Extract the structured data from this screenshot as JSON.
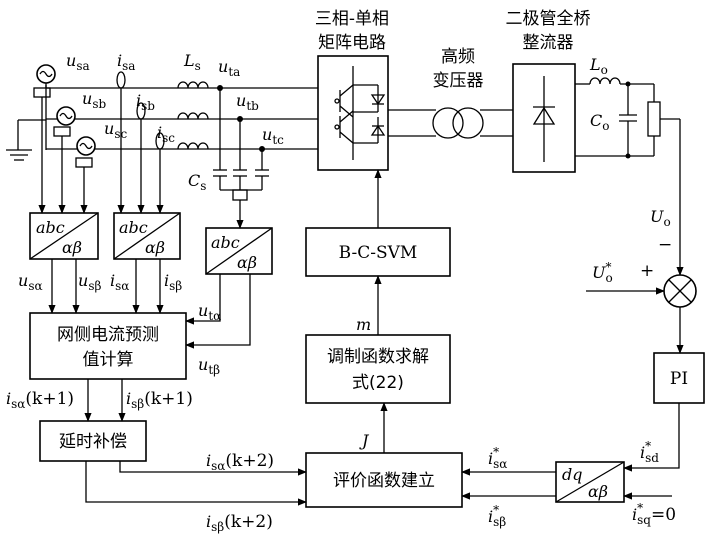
{
  "blocks": {
    "matrix_line1": "三相-单相",
    "matrix_line2": "矩阵电路",
    "hf_line1": "高频",
    "hf_line2": "变压器",
    "rect_line1": "二极管全桥",
    "rect_line2": "整流器",
    "svm": "B-C-SVM",
    "modfunc_line1": "调制函数求解",
    "modfunc_line2": "式(22)",
    "predict_line1": "网侧电流预测",
    "predict_line2": "值计算",
    "delay": "延时补偿",
    "eval": "评价函数建立",
    "pi": "PI",
    "clarke_top": "abc",
    "clarke_bottom": "αβ",
    "park_top": "dq",
    "park_bottom": "αβ"
  },
  "labels": {
    "usa": "u",
    "usa_sub": "sa",
    "usb": "u",
    "usb_sub": "sb",
    "usc": "u",
    "usc_sub": "sc",
    "isa": "i",
    "isa_sub": "sa",
    "isb": "i",
    "isb_sub": "sb",
    "isc": "i",
    "isc_sub": "sc",
    "Ls": "L",
    "Ls_sub": "s",
    "Cs": "C",
    "Cs_sub": "s",
    "uta": "u",
    "uta_sub": "ta",
    "utb": "u",
    "utb_sub": "tb",
    "utc": "u",
    "utc_sub": "tc",
    "Lo": "L",
    "Lo_sub": "o",
    "Co": "C",
    "Co_sub": "o",
    "Uo": "U",
    "Uo_sub": "o",
    "Uo_ref": "U",
    "Uo_ref_sub": "o",
    "Uo_ref_sup": "*",
    "minus": "−",
    "plus": "+",
    "m": "m",
    "J": "J",
    "us_alpha": "u",
    "us_alpha_sub": "sα",
    "us_beta": "u",
    "us_beta_sub": "sβ",
    "is_alpha": "i",
    "is_alpha_sub": "sα",
    "is_beta": "i",
    "is_beta_sub": "sβ",
    "ut_alpha": "u",
    "ut_alpha_sub": "tα",
    "ut_beta": "u",
    "ut_beta_sub": "tβ",
    "isa_k1": "i",
    "isa_k1_sub": "sα",
    "isa_k1_tail": "(k+1)",
    "isb_k1": "i",
    "isb_k1_sub": "sβ",
    "isb_k1_tail": "(k+1)",
    "isa_k2": "i",
    "isa_k2_sub": "sα",
    "isa_k2_tail": "(k+2)",
    "isb_k2": "i",
    "isb_k2_sub": "sβ",
    "isb_k2_tail": "(k+2)",
    "isa_ref": "i",
    "isa_ref_sub": "sα",
    "isa_ref_sup": "*",
    "isb_ref": "i",
    "isb_ref_sub": "sβ",
    "isb_ref_sup": "*",
    "isd_ref": "i",
    "isd_ref_sub": "sd",
    "isd_ref_sup": "*",
    "isq_ref": "i",
    "isq_ref_sub": "sq",
    "isq_ref_sup": "*",
    "isq_ref_tail": "=0"
  }
}
